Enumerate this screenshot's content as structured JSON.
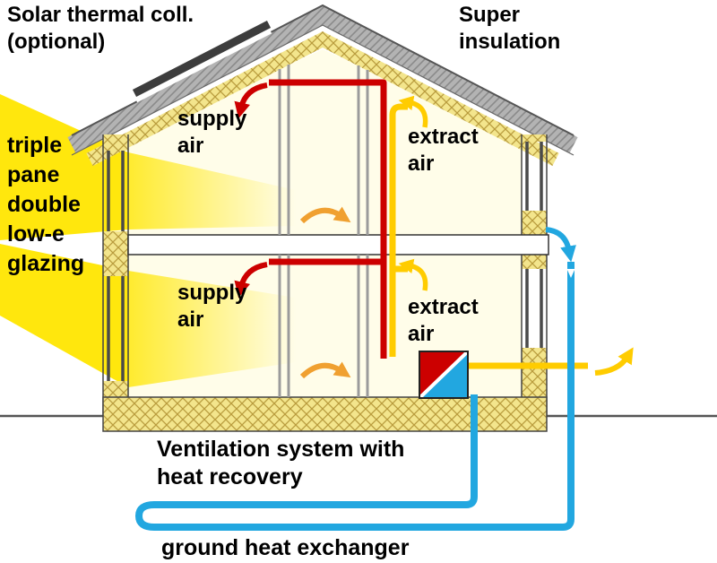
{
  "diagram": {
    "type": "passive-house-cross-section"
  },
  "labels": {
    "solar_line1": "Solar thermal coll.",
    "solar_line2": "(optional)",
    "super_line1": "Super",
    "super_line2": "insulation",
    "glazing_line1": "triple",
    "glazing_line2": "pane",
    "glazing_line3": "double",
    "glazing_line4": "low-e",
    "glazing_line5": "glazing",
    "supply_line1": "supply",
    "supply_line2": "air",
    "extract_line1": "extract",
    "extract_line2": "air",
    "vent_line1": "Ventilation system with",
    "vent_line2": "heat recovery",
    "ground_hx": "ground heat exchanger"
  },
  "colors": {
    "supply_duct": "#cc0000",
    "extract_duct": "#ffcc00",
    "fresh_air_pipe": "#22a7e0",
    "room_air_arrow": "#f0a030",
    "sunbeam": "#ffe600",
    "insulation": "#f3e58c",
    "roof": "#b3b3b3",
    "interior": "#fffde9"
  }
}
